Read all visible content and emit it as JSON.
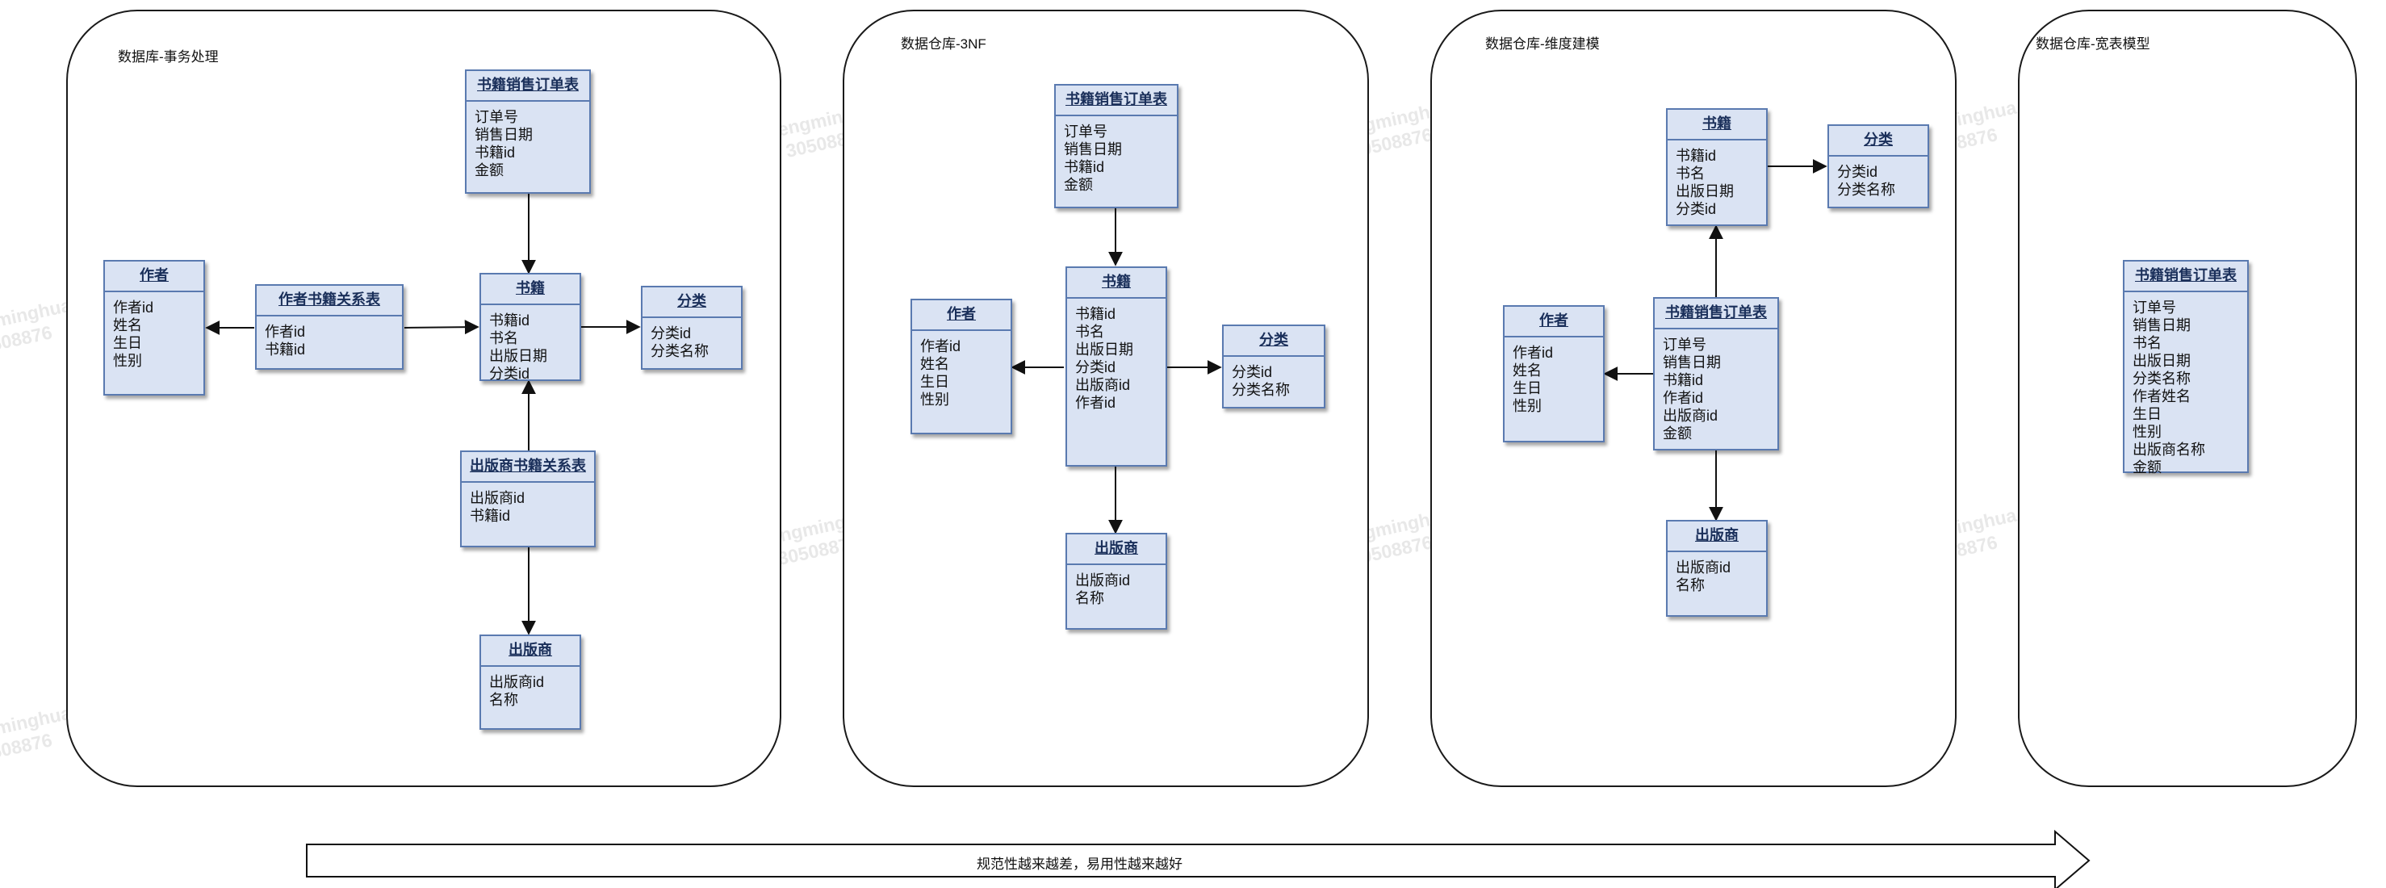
{
  "panels": [
    {
      "title": "数据库-事务处理"
    },
    {
      "title": "数据仓库-3NF"
    },
    {
      "title": "数据仓库-维度建模"
    },
    {
      "title": "数据仓库-宽表模型"
    }
  ],
  "watermark": {
    "line1": "zhengminghua",
    "line2": "30508876"
  },
  "arrow_label": "规范性越来越差，易用性越来越好",
  "colors": {
    "entity_fill": "#dae3f3",
    "entity_border": "#5a7ab0",
    "entity_title": "#1a2f5a"
  },
  "p1": {
    "order": {
      "title": "书籍销售订单表",
      "fields": [
        "订单号",
        "销售日期",
        "书籍id",
        "金额"
      ]
    },
    "author": {
      "title": "作者",
      "fields": [
        "作者id",
        "姓名",
        "生日",
        "性别"
      ]
    },
    "authorbook": {
      "title": "作者书籍关系表",
      "fields": [
        "作者id",
        "书籍id"
      ]
    },
    "book": {
      "title": "书籍",
      "fields": [
        "书籍id",
        "书名",
        "出版日期",
        "分类id"
      ]
    },
    "category": {
      "title": "分类",
      "fields": [
        "分类id",
        "分类名称"
      ]
    },
    "pubbook": {
      "title": "出版商书籍关系表",
      "fields": [
        "出版商id",
        "书籍id"
      ]
    },
    "publisher": {
      "title": "出版商",
      "fields": [
        "出版商id",
        "名称"
      ]
    }
  },
  "p2": {
    "order": {
      "title": "书籍销售订单表",
      "fields": [
        "订单号",
        "销售日期",
        "书籍id",
        "金额"
      ]
    },
    "author": {
      "title": "作者",
      "fields": [
        "作者id",
        "姓名",
        "生日",
        "性别"
      ]
    },
    "book": {
      "title": "书籍",
      "fields": [
        "书籍id",
        "书名",
        "出版日期",
        "分类id",
        "出版商id",
        "作者id"
      ]
    },
    "category": {
      "title": "分类",
      "fields": [
        "分类id",
        "分类名称"
      ]
    },
    "publisher": {
      "title": "出版商",
      "fields": [
        "出版商id",
        "名称"
      ]
    }
  },
  "p3": {
    "book": {
      "title": "书籍",
      "fields": [
        "书籍id",
        "书名",
        "出版日期",
        "分类id"
      ]
    },
    "category": {
      "title": "分类",
      "fields": [
        "分类id",
        "分类名称"
      ]
    },
    "author": {
      "title": "作者",
      "fields": [
        "作者id",
        "姓名",
        "生日",
        "性别"
      ]
    },
    "order": {
      "title": "书籍销售订单表",
      "fields": [
        "订单号",
        "销售日期",
        "书籍id",
        "作者id",
        "出版商id",
        "金额"
      ]
    },
    "publisher": {
      "title": "出版商",
      "fields": [
        "出版商id",
        "名称"
      ]
    }
  },
  "p4": {
    "order": {
      "title": "书籍销售订单表",
      "fields": [
        "订单号",
        "销售日期",
        "书名",
        "出版日期",
        "分类名称",
        "作者姓名",
        "生日",
        "性别",
        "出版商名称",
        "金额"
      ]
    }
  }
}
